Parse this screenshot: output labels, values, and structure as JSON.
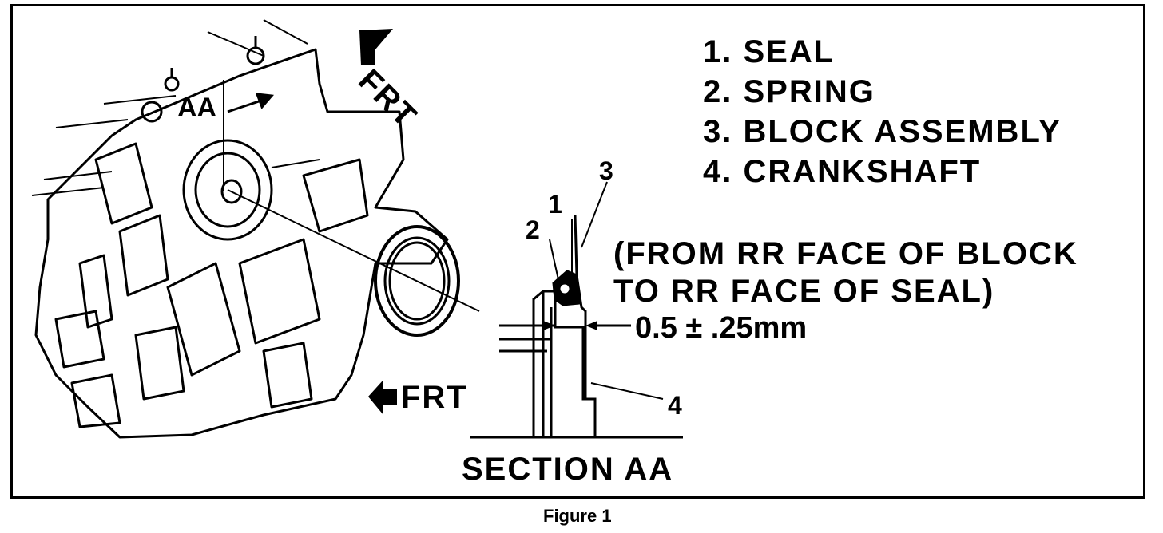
{
  "legend": {
    "items": [
      "1. SEAL",
      "2. SPRING",
      "3. BLOCK ASSEMBLY",
      "4. CRANKSHAFT"
    ]
  },
  "note": {
    "line1": "(FROM RR FACE OF BLOCK",
    "line2": "TO RR FACE OF SEAL)"
  },
  "dimension": "0.5 ± .25mm",
  "callouts": {
    "c1": "1",
    "c2": "2",
    "c3": "3",
    "c4": "4"
  },
  "frt_top": "FRT",
  "frt_bottom": "FRT",
  "section_marker": "AA",
  "section_title": "SECTION AA",
  "caption": "Figure 1"
}
